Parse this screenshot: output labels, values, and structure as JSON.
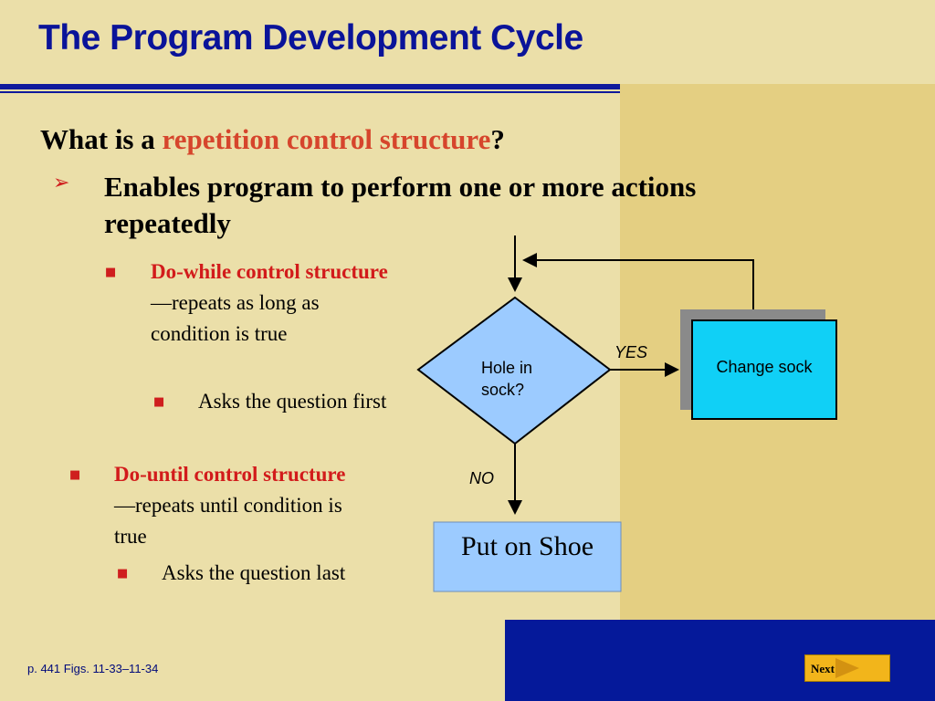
{
  "slide": {
    "title": "The Program Development Cycle",
    "question_prefix": "What is a ",
    "question_highlight": "repetition control structure",
    "question_suffix": "?",
    "bullet": "Enables program to perform one or more actions repeatedly",
    "do_while": {
      "term": "Do-while control structure",
      "desc": "—repeats as long as condition is true",
      "sub": "Asks the question first"
    },
    "do_until": {
      "term": "Do-until control structure",
      "desc": "—repeats until condition is true",
      "sub": "Asks the question last"
    }
  },
  "flowchart": {
    "decision": "Hole in sock?",
    "yes": "YES",
    "no": "NO",
    "action": "Change sock",
    "exit": "Put on Shoe"
  },
  "footer": {
    "reference": "p. 441 Figs. 11-33–11-34",
    "next": "Next"
  },
  "colors": {
    "title": "#0a1399",
    "highlight": "#d6452c",
    "term": "#d21b1b",
    "diamond_fill": "#9ccbff",
    "action_fill": "#10d0f6",
    "exit_fill": "#9ccbff",
    "next_button": "#f2b51b"
  },
  "icons": {
    "bullet_level1": "arrowhead-bullet",
    "bullet_level2": "square-bullet",
    "next": "next-arrow-icon"
  }
}
